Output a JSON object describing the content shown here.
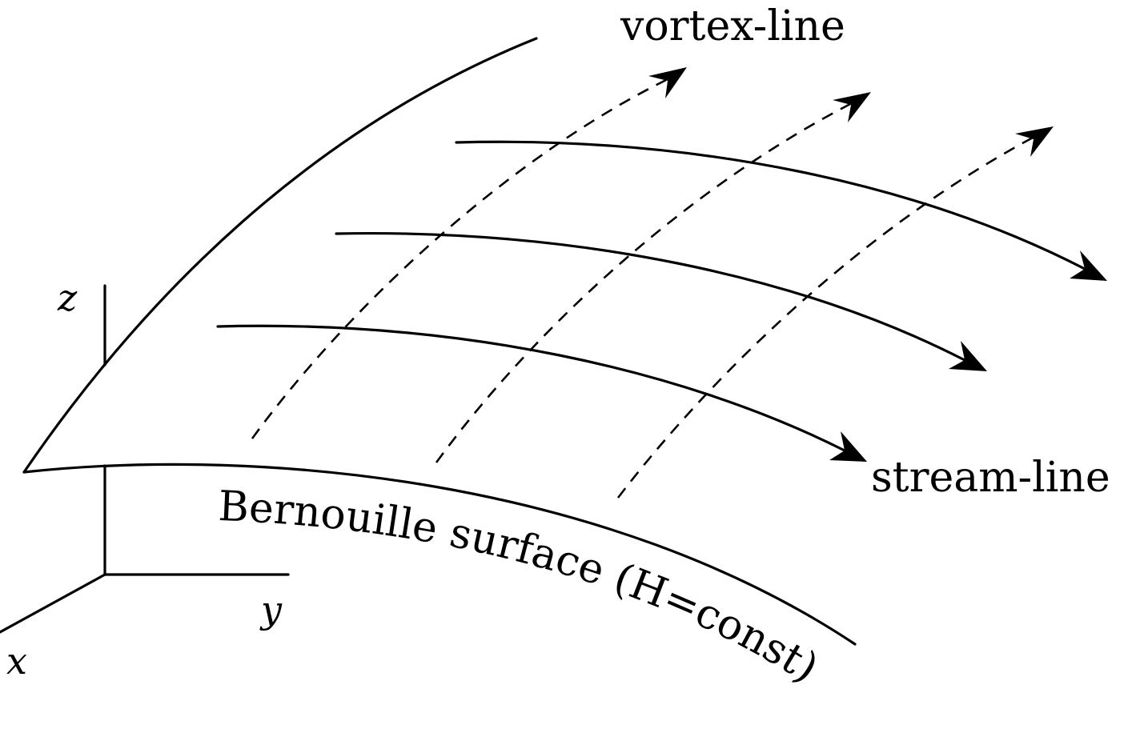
{
  "labels": {
    "vortex_line": "vortex-line",
    "stream_line": "stream-line",
    "surface": "Bernouille surface (H=const)"
  },
  "axes": {
    "x": "x",
    "y": "y",
    "z": "z"
  },
  "colors": {
    "ink": "#000000",
    "background": "#ffffff"
  }
}
